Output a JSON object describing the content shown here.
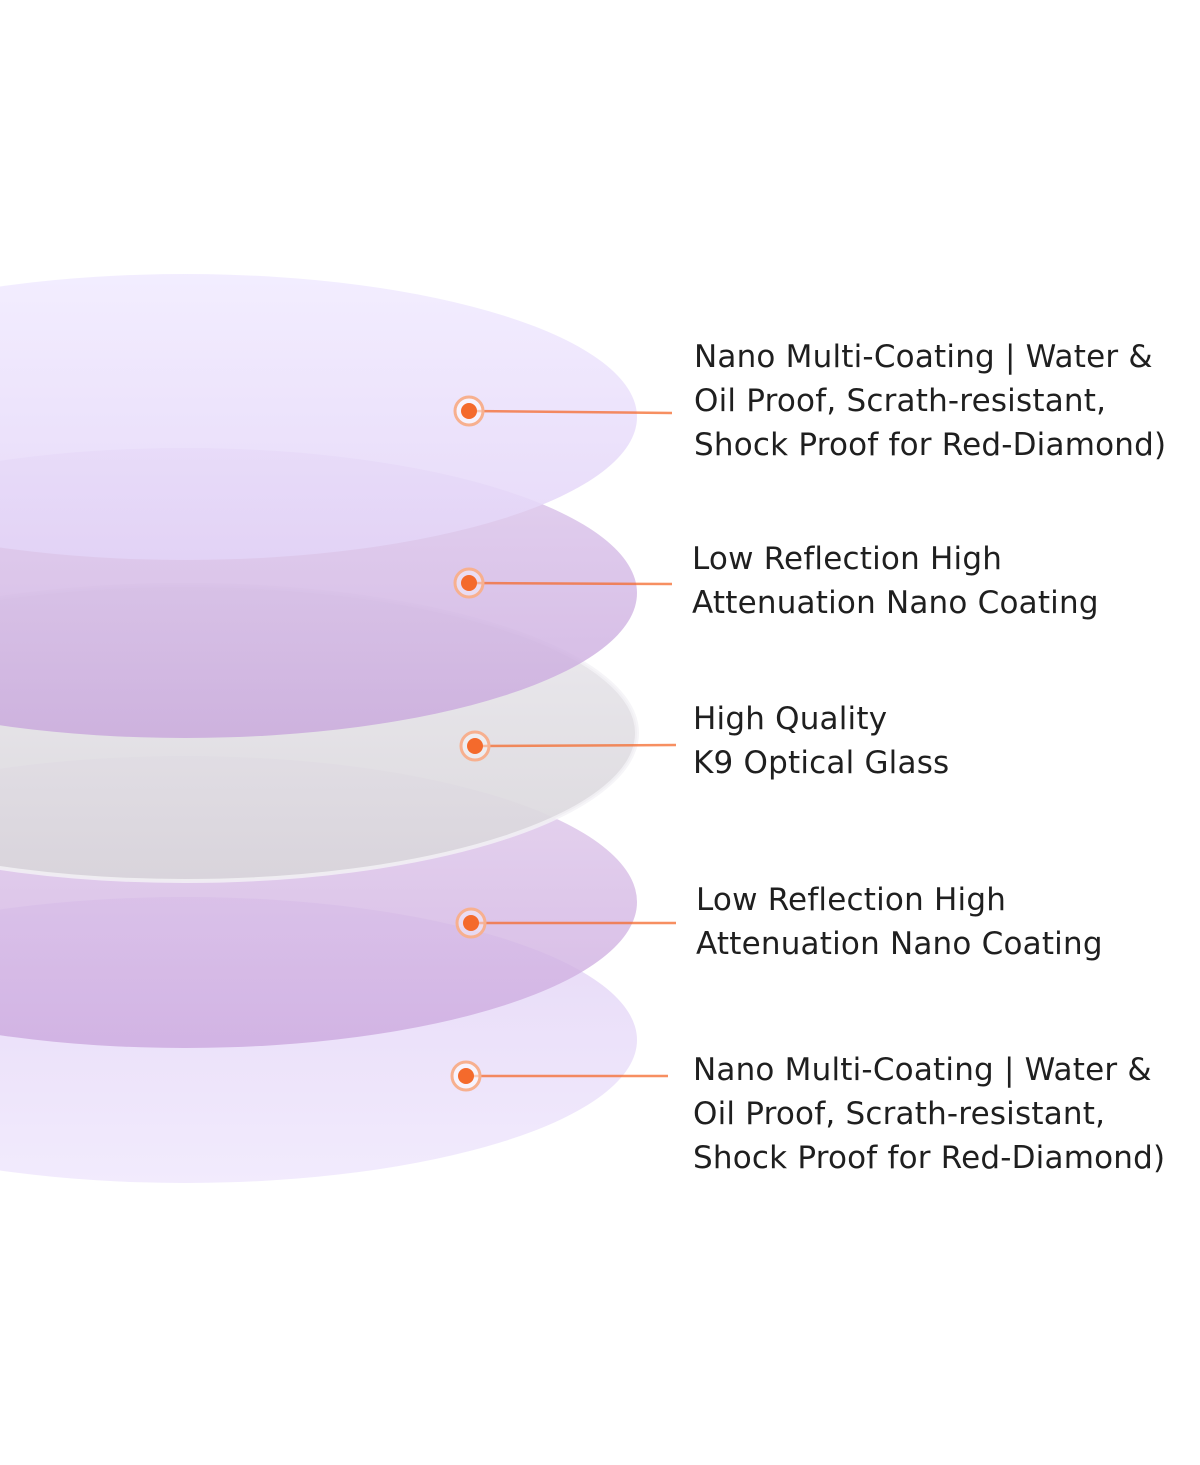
{
  "layers": [
    {
      "lines": [
        "Nano Multi-Coating | Water &",
        "Oil Proof, Scrath-resistant,",
        "Shock Proof for Red-Diamond)"
      ],
      "fill": "#e9ddfb"
    },
    {
      "lines": [
        "Low Reflection High",
        "Attenuation Nano Coating"
      ],
      "fill": "#cfaee0"
    },
    {
      "lines": [
        "High Quality",
        "K9 Optical Glass"
      ],
      "fill": "#dfdde0"
    },
    {
      "lines": [
        "Low Reflection High",
        "Attenuation Nano Coating"
      ],
      "fill": "#d3b4e3"
    },
    {
      "lines": [
        "Nano Multi-Coating | Water &",
        "Oil Proof, Scrath-resistant,",
        "Shock Proof for Red-Diamond)"
      ],
      "fill": "#e8ddf9"
    }
  ],
  "colors": {
    "callout": "#f46a2c",
    "callout_ring": "#f7b08f",
    "text": "#1f1f1f"
  }
}
